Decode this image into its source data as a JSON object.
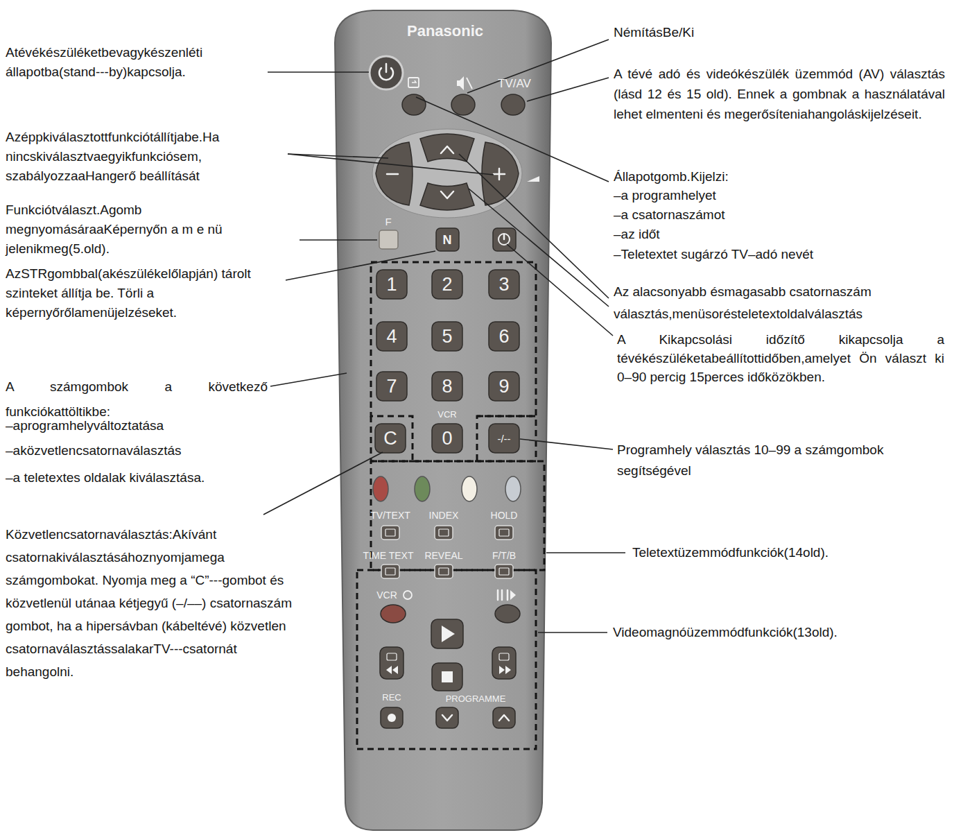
{
  "diagram": {
    "labels": [
      "Atévékészüléketbevagykészenléti állapotba(stand---by)kapcsolja.",
      "Azéppkiválasztottfunkciótállítjabe.Ha nincskiválasztvaegyikfunkciósem, szabályozzaaHangerő beállítását",
      "Funkciótválaszt.Agomb megnyomásáraaKépernyőn a m e nü jelenikmeg(5.old).",
      "AzSTRgombbal(akészülékelőlapján) tárolt szinteket állítja be. Törli a képernyőrőlamenüjelzéseket.",
      "A számgombok a következő funkciókattöltikbe:",
      "–aprogramhelyváltoztatása",
      "–aközvetlencsatornaválasztás",
      "–a teletextes oldalak kiválasztása.",
      "Közvetlencsatornaválasztás:Akívánt csatornakiválasztásáhoznyomjamega számgombokat. Nyomja meg a “C”---gombot és közvetlenül utánaa kétjegyű (–/––) csatornaszám gombot, ha a hipersávban (kábeltévé) közvetlen csatornaválasztássalakarTV---csatornát behangolni.",
      "Panasonic",
      "TV/AV",
      "F",
      "N",
      "1",
      "2",
      "3",
      "4",
      "5",
      "6",
      "7",
      "8",
      "9",
      "C",
      "VCR",
      "0",
      "-/--",
      "TV/TEXT",
      "INDEX",
      "HOLD",
      "TIME TEXT",
      "REVEAL",
      "F/T/B",
      "VCR",
      "REC",
      "PROGRAMME",
      "NémításBe/Ki",
      "A tévé adó és videókészülék üzemmód (AV) választás (lásd 12 és 15 old). Ennek a gombnak a használatával lehet elmenteni és megerősíteniahangoláskijelzéseit.",
      "Állapotgomb.Kijelzi:",
      "–a programhelyet",
      "–a csatornaszámot",
      "–az időt",
      "–Teletextet sugárzó TV–adó nevét",
      "Az alacsonyabb ésmagasabb csatornaszám választás,menüsorésteletextoldalválasztás",
      "A Kikapcsolási időzítő kikapcsolja a tévékészüléketabeállítottidőben,amelyet Ön választ ki 0–90 percig 15perces időközökben.",
      "Programhely választás 10–99 a számgombok segítségével",
      "Teletextüzemmódfunkciók(14old).",
      "Videomagnóüzemmódfunkciók(13old)."
    ]
  }
}
